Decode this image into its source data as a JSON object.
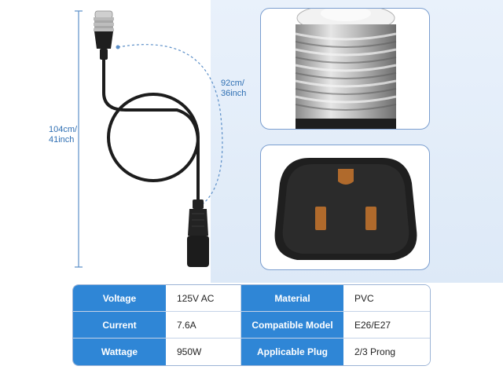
{
  "dimensions": {
    "total_length": "104cm/\n41inch",
    "total_length_line1": "104cm/",
    "total_length_line2": "41inch",
    "cord_length_line1": "92cm/",
    "cord_length_line2": "36inch"
  },
  "specs": {
    "rows": [
      {
        "key1": "Voltage",
        "val1": "125V AC",
        "key2": "Material",
        "val2": "PVC"
      },
      {
        "key1": "Current",
        "val1": "7.6A",
        "key2": "Compatible Model",
        "val2": "E26/E27"
      },
      {
        "key1": "Wattage",
        "val1": "950W",
        "key2": "Applicable Plug",
        "val2": "2/3 Prong"
      }
    ]
  },
  "colors": {
    "accent_blue": "#2f86d6",
    "dimension_blue": "#2f6fb3",
    "cord_black": "#1c1c1c"
  }
}
